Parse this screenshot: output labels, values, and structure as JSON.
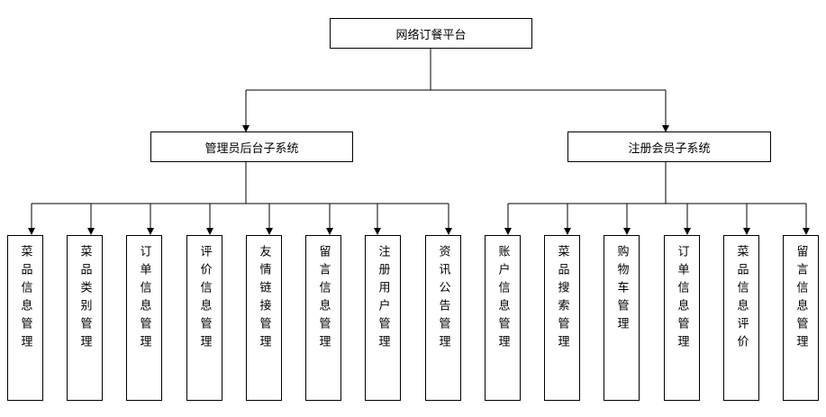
{
  "root": {
    "label": "网络订餐平台"
  },
  "subsystems": [
    {
      "label": "管理员后台子系统",
      "modules": [
        "菜品信息管理",
        "菜品类别管理",
        "订单信息管理",
        "评价信息管理",
        "友情链接管理",
        "留言信息管理",
        "注册用户管理",
        "资讯公告管理"
      ]
    },
    {
      "label": "注册会员子系统",
      "modules": [
        "账户信息管理",
        "菜品搜索管理",
        "购物车管理",
        "订单信息管理",
        "菜品信息评价",
        "留言信息管理"
      ]
    }
  ],
  "colors": {
    "line": "#000000",
    "box_border": "#000000",
    "background": "#ffffff"
  }
}
